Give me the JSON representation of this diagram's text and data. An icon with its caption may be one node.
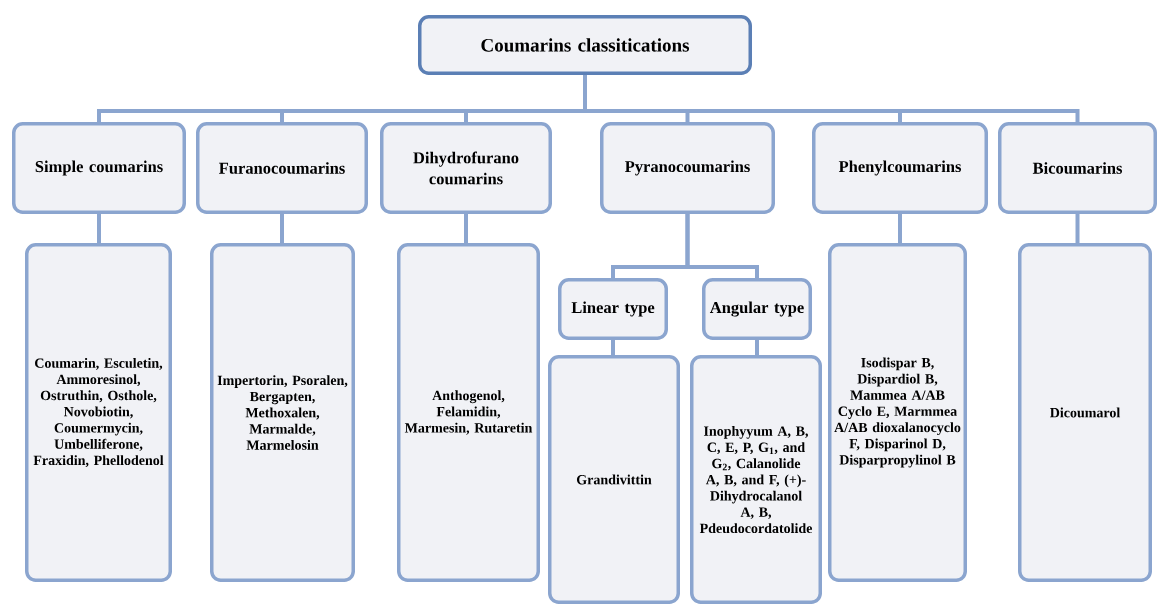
{
  "diagram": {
    "nodes": [
      {
        "text": [
          "Coumarins classitications"
        ]
      },
      {
        "text": [
          "Simple coumarins"
        ]
      },
      {
        "text": [
          "Furanocoumarins"
        ]
      },
      {
        "text": [
          "Dihydrofurano coumarins"
        ]
      },
      {
        "text": [
          "Pyranocoumarins"
        ]
      },
      {
        "text": [
          "Phenylcoumarins"
        ]
      },
      {
        "text": [
          "Bicoumarins"
        ]
      },
      {
        "text": [
          "Coumarin, Esculetin, Ammoresinol, Ostruthin, Osthole, Novobiotin, Coumermycin, Umbelliferone, Fraxidin, Phellodenol"
        ]
      },
      {
        "text": [
          "Impertorin, Psoralen, Bergapten, Methoxalen, Marmalde, Marmelosin"
        ]
      },
      {
        "text": [
          "Anthogenol, Felamidin, Marmesin, Rutaretin"
        ]
      },
      {
        "text": [
          "Linear type"
        ]
      },
      {
        "text": [
          "Angular type"
        ]
      },
      {
        "text": [
          "Grandivittin"
        ]
      },
      {
        "text": [
          "Inophyyum A, B, C, E, P, G$_{1}$, and G$_{2}$, Calanolide A, B, and F, (+)-Dihydrocalanol A, B, Pdeudocordatolide"
        ]
      },
      {
        "text": [
          "Isodispar B, Dispardiol B, Mammea A/AB Cyclo E, Marmmea A/AB dioxalanocyclo F, Disparinol D, Disparpropylinol B"
        ]
      },
      {
        "text": [
          "Dicoumarol"
        ]
      }
    ],
    "edges": [
      {
        "from": 0,
        "to": 1,
        "arrow": "none"
      },
      {
        "from": 0,
        "to": 2,
        "arrow": "none"
      },
      {
        "from": 0,
        "to": 3,
        "arrow": "none"
      },
      {
        "from": 0,
        "to": 4,
        "arrow": "none"
      },
      {
        "from": 0,
        "to": 5,
        "arrow": "none"
      },
      {
        "from": 0,
        "to": 6,
        "arrow": "none"
      },
      {
        "from": 1,
        "to": 7,
        "arrow": "none"
      },
      {
        "from": 2,
        "to": 8,
        "arrow": "none"
      },
      {
        "from": 3,
        "to": 9,
        "arrow": "none"
      },
      {
        "from": 4,
        "to": 10,
        "arrow": "none"
      },
      {
        "from": 4,
        "to": 11,
        "arrow": "none"
      },
      {
        "from": 10,
        "to": 12,
        "arrow": "none"
      },
      {
        "from": 11,
        "to": 13,
        "arrow": "none"
      },
      {
        "from": 5,
        "to": 14,
        "arrow": "none"
      },
      {
        "from": 6,
        "to": 15,
        "arrow": "none"
      }
    ]
  }
}
